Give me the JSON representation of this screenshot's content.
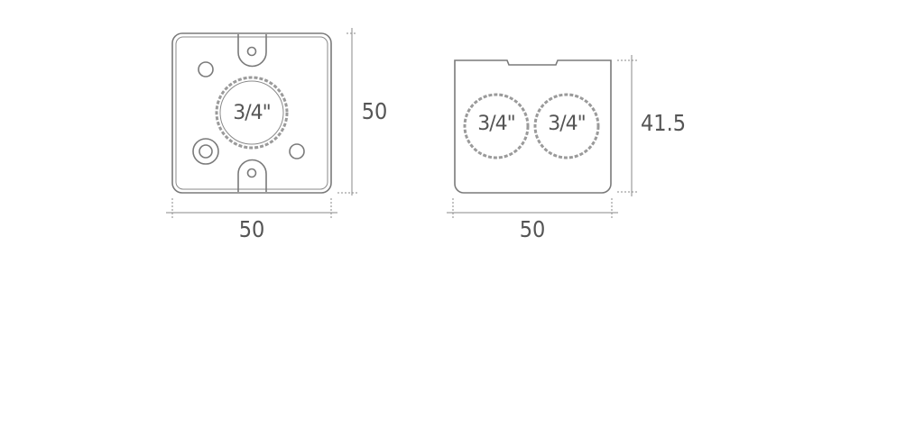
{
  "square_box": {
    "conduit_label": "3/4\"",
    "width_label": "50",
    "height_label": "50"
  },
  "rect_box": {
    "conduit_labels": [
      "3/4\"",
      "3/4\""
    ],
    "width_label": "50",
    "height_label": "41.5"
  },
  "colors": {
    "line": "#7a7a7a",
    "text": "#555555"
  }
}
